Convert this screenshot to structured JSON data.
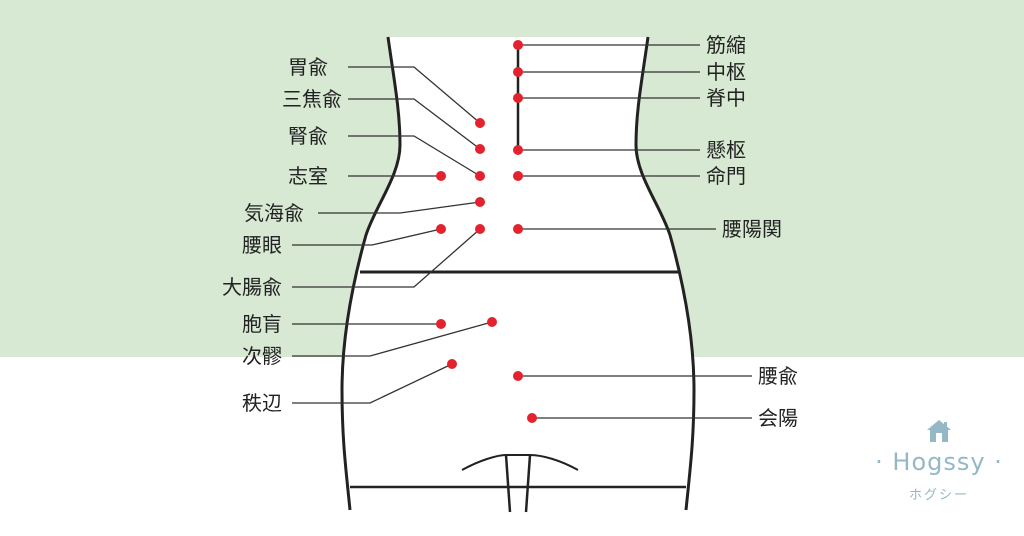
{
  "colors": {
    "background_top": "#d7e8d3",
    "point": "#e2232e",
    "line": "#333333",
    "body_outline": "#222222",
    "logo": "#8fb5c4"
  },
  "acupoints_left": [
    {
      "label": "胃兪"
    },
    {
      "label": "三焦兪"
    },
    {
      "label": "腎兪"
    },
    {
      "label": "志室"
    },
    {
      "label": "気海兪"
    },
    {
      "label": "腰眼"
    },
    {
      "label": "大腸兪"
    },
    {
      "label": "胞肓"
    },
    {
      "label": "次髎"
    },
    {
      "label": "秩辺"
    }
  ],
  "acupoints_right": [
    {
      "label": "筋縮"
    },
    {
      "label": "中枢"
    },
    {
      "label": "脊中"
    },
    {
      "label": "懸枢"
    },
    {
      "label": "命門"
    },
    {
      "label": "腰陽関"
    },
    {
      "label": "腰兪"
    },
    {
      "label": "会陽"
    }
  ],
  "logo": {
    "icon": "house-icon",
    "brand": "· Hogssy ·",
    "brand_sub": "ホグシー"
  }
}
